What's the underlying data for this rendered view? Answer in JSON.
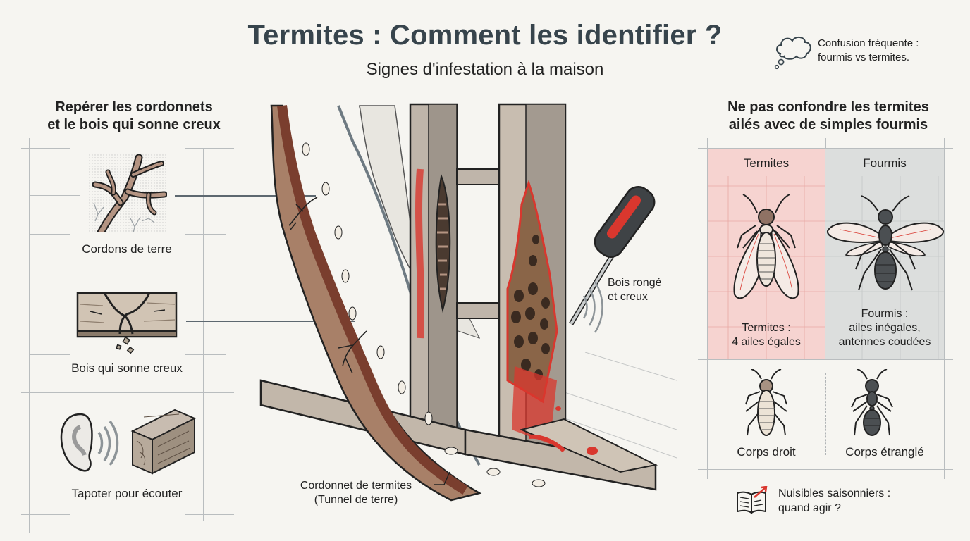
{
  "header": {
    "title": "Termites : Comment les identifier ?",
    "subtitle": "Signes d'infestation à la maison"
  },
  "note": {
    "icon": "thought-bubble-icon",
    "line1": "Confusion fréquente :",
    "line2": "fourmis vs termites."
  },
  "left_panel": {
    "title_line1": "Repérer les cordonnets",
    "title_line2": "et le bois qui sonne creux",
    "items": [
      {
        "icon": "earth-tubes-icon",
        "label": "Cordons de terre"
      },
      {
        "icon": "cracked-wood-icon",
        "label": "Bois qui sonne creux"
      },
      {
        "icon": "ear-tapping-wood-icon",
        "label": "Tapoter pour écouter"
      }
    ]
  },
  "center_diagram": {
    "labels": {
      "damaged_wood_line1": "Bois rongé",
      "damaged_wood_line2": "et creux",
      "tunnel_line1": "Cordonnet de termites",
      "tunnel_line2": "(Tunnel de terre)"
    },
    "icons": [
      "termite-mud-tube",
      "wall-stud-frame",
      "honeycombed-wood",
      "screwdriver-icon",
      "sound-waves-icon"
    ]
  },
  "right_panel": {
    "title_line1": "Ne pas confondre les termites",
    "title_line2": "ailés avec de simples fourmis",
    "columns": [
      {
        "head": "Termites",
        "caption_line1": "Termites :",
        "caption_line2": "4 ailes égales",
        "body_label": "Corps droit",
        "bg": "#f6d3d0"
      },
      {
        "head": "Fourmis",
        "caption_line1": "Fourmis :",
        "caption_line2": "ailes inégales,",
        "caption_line3": "antennes coudées",
        "body_label": "Corps étranglé",
        "bg": "#dcdedd"
      }
    ]
  },
  "footer_link": {
    "icon": "book-trend-icon",
    "line1": "Nuisibles saisonniers :",
    "line2": "quand agir ?"
  },
  "colors": {
    "background": "#f6f5f1",
    "title": "#37444c",
    "accent_red": "#d9372e",
    "termite_panel": "#f6d3d0",
    "ant_panel": "#dcdedd",
    "mud": "#8b5a43"
  }
}
